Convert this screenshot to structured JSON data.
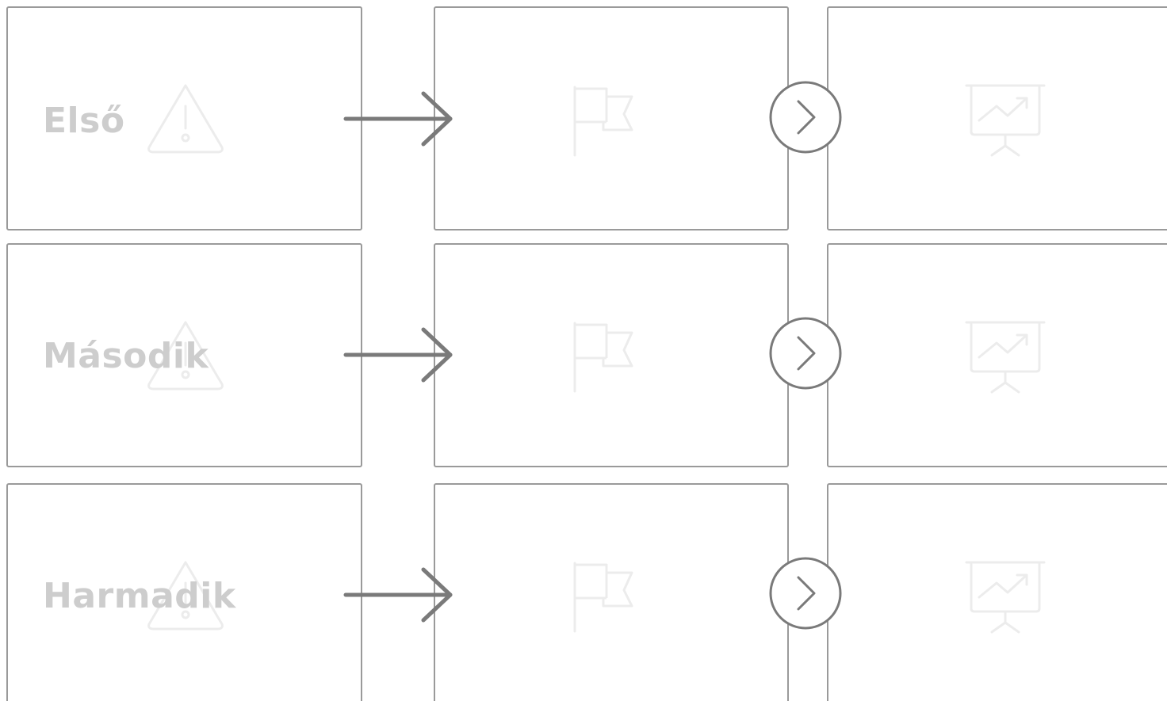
{
  "colors": {
    "card_border": "#9a9a9a",
    "label_text": "#cdcdcd",
    "connector": "#7a7a7a",
    "ghost_icon": "#ececec"
  },
  "rows": [
    {
      "label": "Első",
      "cause_icon": "warning-triangle-icon",
      "milestone_icon": "flag-icon",
      "result_icon": "presentation-chart-icon"
    },
    {
      "label": "Második",
      "cause_icon": "warning-triangle-icon",
      "milestone_icon": "flag-icon",
      "result_icon": "presentation-chart-icon"
    },
    {
      "label": "Harmadik",
      "cause_icon": "warning-triangle-icon",
      "milestone_icon": "flag-icon",
      "result_icon": "presentation-chart-icon"
    }
  ],
  "connectors": {
    "step1": "right-arrow-icon",
    "step2": "chevron-right-circle-icon"
  }
}
